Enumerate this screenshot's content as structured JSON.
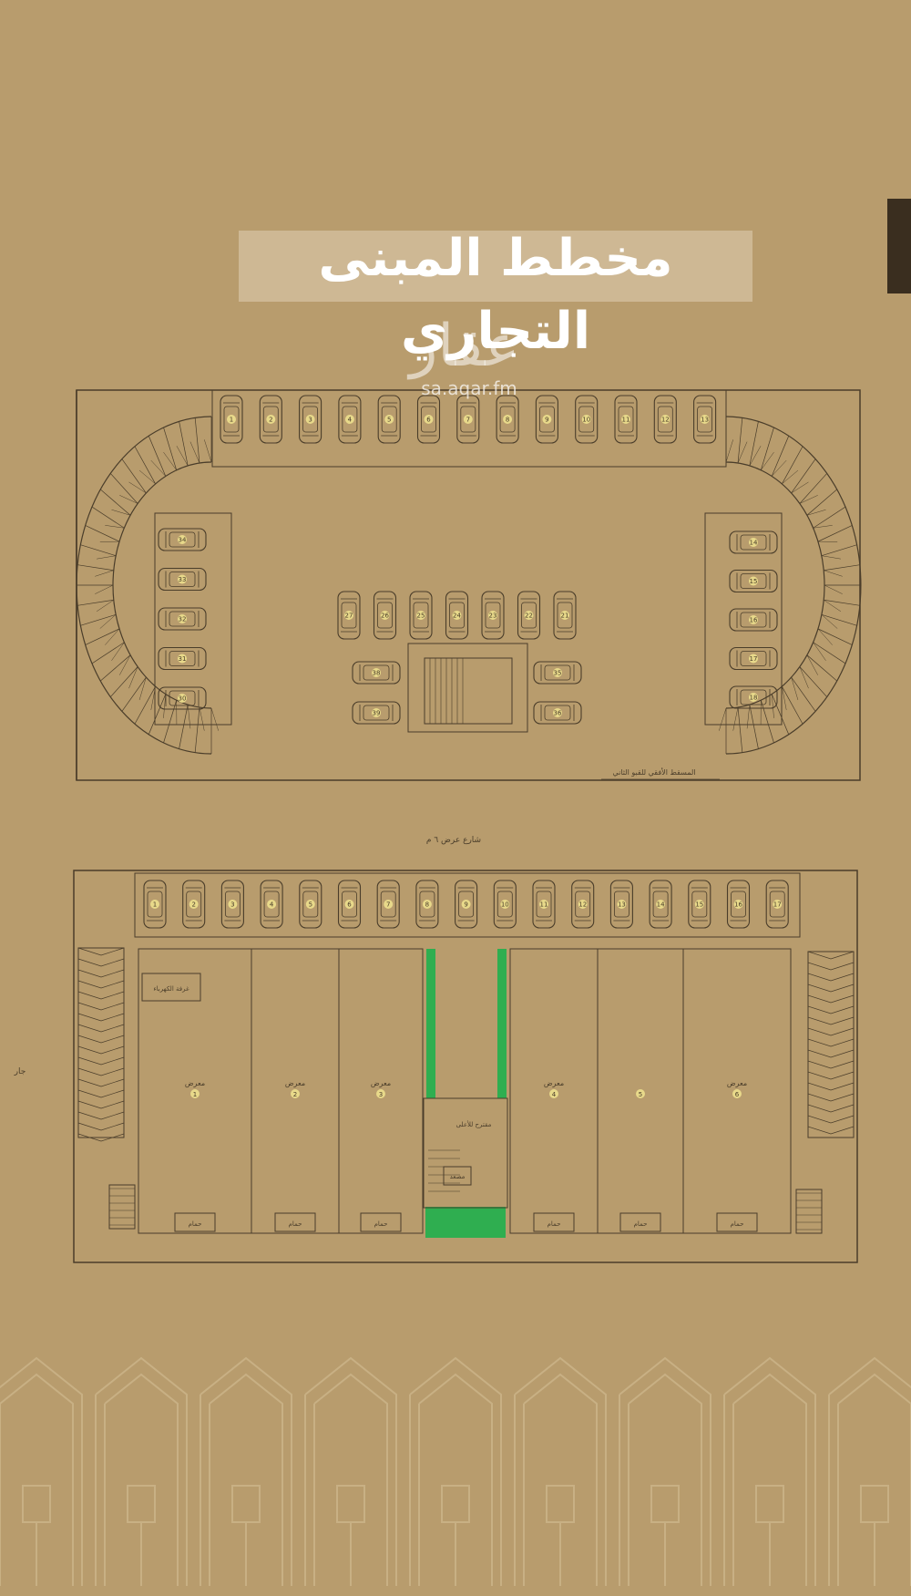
{
  "title": "مخطط المبنى التجاري",
  "watermark": {
    "logo": "عقار",
    "url": "sa.aqar.fm"
  },
  "colors": {
    "background": "#b89c6d",
    "line": "#4a3d2a",
    "green": "#2fae50",
    "dark_tab": "#3a2e1f"
  },
  "upper_plan": {
    "caption": "المسقط الأفقي للقبو الثاني",
    "top_row_numbers": [
      "1",
      "2",
      "3",
      "4",
      "5",
      "6",
      "7",
      "8",
      "9",
      "10",
      "11",
      "12",
      "13"
    ],
    "left_column_numbers": [
      "34",
      "33",
      "32",
      "31",
      "30"
    ],
    "right_column_numbers": [
      "14",
      "15",
      "16",
      "17",
      "18"
    ],
    "center_row_numbers": [
      "27",
      "26",
      "25",
      "24",
      "23",
      "22",
      "21"
    ],
    "center_small_left": [
      "38",
      "39"
    ],
    "center_small_right": [
      "35",
      "36"
    ]
  },
  "street_label": "شارع عرض ٦ م",
  "lower_plan": {
    "neighbor_label": "جار",
    "parking_numbers": [
      "1",
      "2",
      "3",
      "4",
      "5",
      "6",
      "7",
      "8",
      "9",
      "10",
      "11",
      "12",
      "13",
      "14",
      "15",
      "16",
      "17"
    ],
    "electric_room": "غرفة الكهرباء",
    "stair_up": "مقترح للأعلى",
    "elevator": "مصعد",
    "showrooms": [
      {
        "label": "معرض",
        "num": "1"
      },
      {
        "label": "معرض",
        "num": "2"
      },
      {
        "label": "معرض",
        "num": "3"
      },
      {
        "label": "معرض",
        "num": "4"
      },
      {
        "label": "",
        "num": "5"
      },
      {
        "label": "معرض",
        "num": "6"
      }
    ],
    "bathroom": "حمام"
  }
}
